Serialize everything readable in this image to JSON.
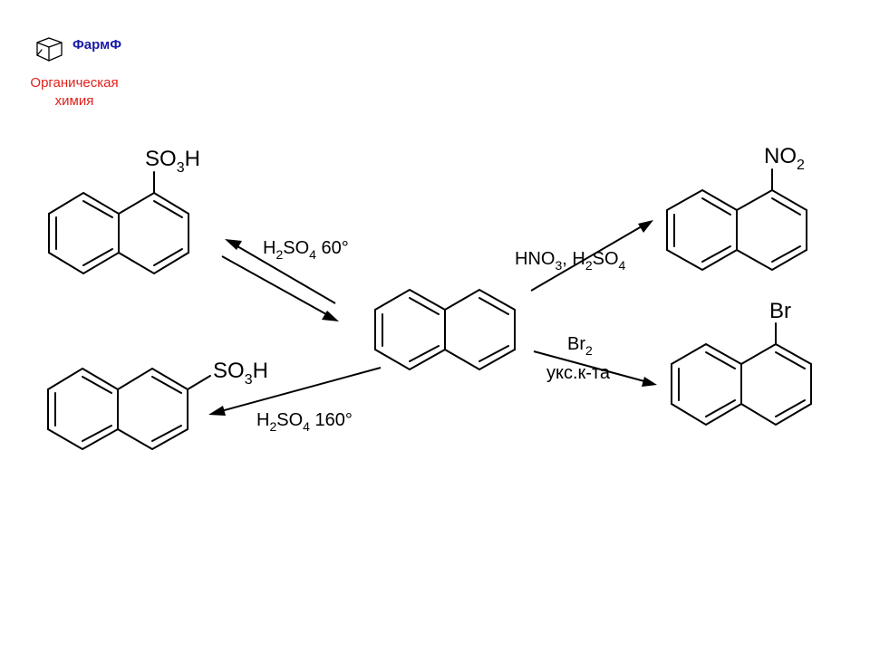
{
  "header": {
    "brand": "ФармФ",
    "subject_line1": "Органическая",
    "subject_line2": "химия",
    "logo_icon": "adamantane-icon",
    "brand_color": "#1a1aa8",
    "subject_color": "#e0201c"
  },
  "scheme": {
    "sulfonation_1": {
      "product": {
        "base": "SO",
        "sub": "3",
        "tail": "H"
      },
      "reagent": {
        "a": "H",
        "a_sub": "2",
        "b": "SO",
        "b_sub": "4",
        "cond": " 60°"
      }
    },
    "sulfonation_2": {
      "product": {
        "base": "SO",
        "sub": "3",
        "tail": "H"
      },
      "reagent": {
        "a": "H",
        "a_sub": "2",
        "b": "SO",
        "b_sub": "4",
        "cond": " 160°"
      }
    },
    "nitration": {
      "product": {
        "base": "NO",
        "sub": "2"
      },
      "reagent": {
        "a": "HNO",
        "a_sub": "3",
        "sep": ", H",
        "b_sub1": "2",
        "b": "SO",
        "b_sub2": "4"
      }
    },
    "bromination": {
      "product": "Br",
      "reagent_1": {
        "a": "Br",
        "a_sub": "2"
      },
      "reagent_2": "укс.к-та"
    }
  }
}
